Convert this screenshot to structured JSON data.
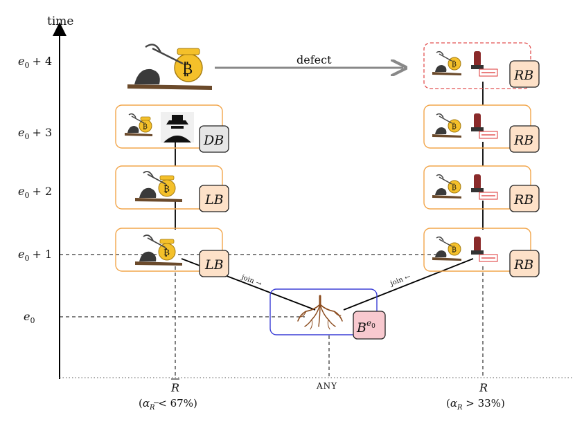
{
  "axis": {
    "y_label": "time",
    "ticks": [
      {
        "base": "e",
        "sub": "0",
        "offset": "+ 4"
      },
      {
        "base": "e",
        "sub": "0",
        "offset": "+ 3"
      },
      {
        "base": "e",
        "sub": "0",
        "offset": "+ 2"
      },
      {
        "base": "e",
        "sub": "0",
        "offset": "+ 1"
      },
      {
        "base": "e",
        "sub": "0",
        "offset": ""
      }
    ]
  },
  "columns": {
    "left": {
      "name": "R",
      "condition_alpha": "α",
      "condition_sub": "R",
      "condition_rest": " < 67%"
    },
    "middle": {
      "name": "ANY"
    },
    "right": {
      "name": "R",
      "condition_alpha": "α",
      "condition_sub": "R",
      "condition_rest": " > 33%"
    }
  },
  "badges": {
    "left_e0_plus_3": "DB",
    "left_e0_plus_2": "LB",
    "left_e0_plus_1": "LB",
    "right_e0_plus_4": "RB",
    "right_e0_plus_3": "RB",
    "right_e0_plus_2": "RB",
    "right_e0_plus_1": "RB",
    "genesis_base": "B",
    "genesis_sup_base": "e",
    "genesis_sup_sub": "0"
  },
  "labels": {
    "defect": "defect",
    "join_left": "join →",
    "join_right": "join ←"
  },
  "colors": {
    "box_orange": "#f2a54a",
    "box_blue": "#3b3fd6",
    "box_red_dashed": "#e25050",
    "badge_peach": "#fde1c8",
    "badge_gray": "#e6e6e6",
    "badge_pink": "#f8c9cf",
    "arrow_gray": "#888888"
  }
}
